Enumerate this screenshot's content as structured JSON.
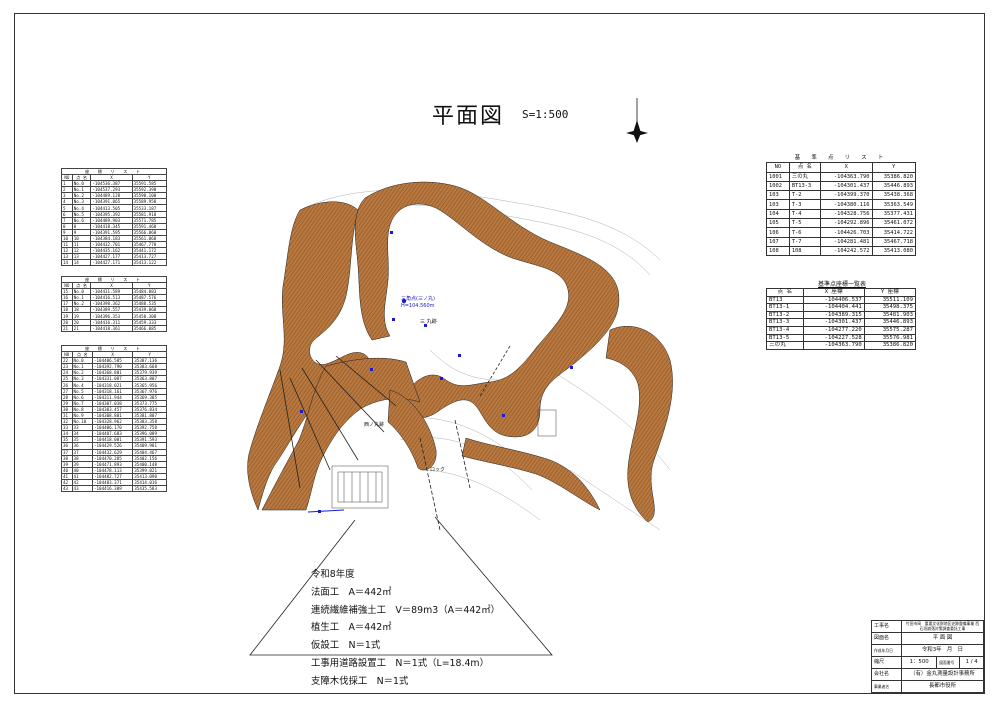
{
  "drawing": {
    "title": "平面図",
    "scale": "S=1:500"
  },
  "reference_table": {
    "headers": [
      "NO",
      "点 名",
      "X",
      "Y"
    ],
    "title": "基 準 点 リ ス ト",
    "rows": [
      [
        "1001",
        "三の丸",
        "-104363.790",
        "35386.820"
      ],
      [
        "1002",
        "BT13-3",
        "-104301.437",
        "35446.893"
      ],
      [
        "103",
        "T-2",
        "-104399.370",
        "35438.368"
      ],
      [
        "103",
        "T-3",
        "-104380.116",
        "35363.549"
      ],
      [
        "104",
        "T-4",
        "-104328.756",
        "35377.431"
      ],
      [
        "105",
        "T-5",
        "-104292.896",
        "35461.072"
      ],
      [
        "106",
        "T-6",
        "-104426.703",
        "35414.722"
      ],
      [
        "107",
        "T-7",
        "-104281.481",
        "35467.718"
      ],
      [
        "108",
        "108",
        "-104242.572",
        "35413.080"
      ]
    ]
  },
  "benchmark_table": {
    "title": "基準点座標一覧表",
    "headers": [
      "点 名",
      "X 座標",
      "Y 座標"
    ],
    "rows": [
      [
        "BT13",
        "-104406.537",
        "35511.109"
      ],
      [
        "BT13-1",
        "-104404.441",
        "35498.375"
      ],
      [
        "BT13-2",
        "-104389.315",
        "35481.903"
      ],
      [
        "BT13-3",
        "-104301.437",
        "35446.893"
      ],
      [
        "BT13-4",
        "-104277.220",
        "35575.287"
      ],
      [
        "BT13-5",
        "-104227.528",
        "35576.981"
      ],
      [
        "三の丸",
        "-104363.790",
        "35386.820"
      ]
    ]
  },
  "point_tables": [
    {
      "caption": "座 標 リ ス ト",
      "headers": [
        "NO",
        "点 名",
        "X",
        "Y"
      ],
      "rows": [
        [
          "1",
          "No.0",
          "-104536.387",
          "35591.585"
        ],
        [
          "2",
          "No.1",
          "-104537.293",
          "35592.390"
        ],
        [
          "3",
          "No.2",
          "-104489.128",
          "35590.100"
        ],
        [
          "4",
          "No.3",
          "-104391.065",
          "35589.958"
        ],
        [
          "5",
          "No.4",
          "-104413.505",
          "35533.187"
        ],
        [
          "6",
          "No.5",
          "-104395.392",
          "35581.918"
        ],
        [
          "7",
          "No.6",
          "-104489.903",
          "35571.785"
        ],
        [
          "8",
          "8",
          "-104418.345",
          "35591.468"
        ],
        [
          "9",
          "9",
          "-104391.595",
          "35566.060"
        ],
        [
          "10",
          "10",
          "-104384.183",
          "35561.068"
        ],
        [
          "11",
          "11",
          "-104432.701",
          "35467.778"
        ],
        [
          "12",
          "12",
          "-104435.162",
          "35441.172"
        ],
        [
          "13",
          "13",
          "-104427.177",
          "35413.727"
        ],
        [
          "14",
          "14",
          "-104427.171",
          "35413.122"
        ]
      ]
    },
    {
      "caption": "座 標 リ ス ト",
      "headers": [
        "NO",
        "点 名",
        "X",
        "Y"
      ],
      "rows": [
        [
          "15",
          "No.0",
          "-104431.589",
          "35484.083"
        ],
        [
          "16",
          "No.1",
          "-104416.513",
          "35487.576"
        ],
        [
          "17",
          "No.2",
          "-104398.362",
          "35488.535"
        ],
        [
          "18",
          "18",
          "-104389.557",
          "35439.068"
        ],
        [
          "19",
          "19",
          "-104396.353",
          "35458.308"
        ],
        [
          "20",
          "20",
          "-104416.311",
          "35459.333"
        ],
        [
          "21",
          "21",
          "-104418.361",
          "35466.085"
        ]
      ]
    },
    {
      "caption": "座 標 リ ス ト",
      "headers": [
        "NO",
        "点 名",
        "X",
        "Y"
      ],
      "rows": [
        [
          "22",
          "No.0",
          "-104406.585",
          "35387.136"
        ],
        [
          "23",
          "No.1",
          "-104392.790",
          "35383.668"
        ],
        [
          "24",
          "No.2",
          "-104368.801",
          "35379.939"
        ],
        [
          "25",
          "No.3",
          "-104331.087",
          "35363.807"
        ],
        [
          "26",
          "No.4",
          "-104318.021",
          "35365.956"
        ],
        [
          "27",
          "No.5",
          "-104318.161",
          "35367.976"
        ],
        [
          "28",
          "No.6",
          "-104311.944",
          "35369.385"
        ],
        [
          "29",
          "No.7",
          "-104307.038",
          "35373.775"
        ],
        [
          "30",
          "No.8",
          "-104303.457",
          "35376.834"
        ],
        [
          "31",
          "No.9",
          "-104308.801",
          "35381.807"
        ],
        [
          "32",
          "No.10",
          "-104328.962",
          "35383.358"
        ],
        [
          "33",
          "33",
          "-104406.170",
          "35392.758"
        ],
        [
          "34",
          "34",
          "-104407.683",
          "35396.089"
        ],
        [
          "35",
          "35",
          "-104418.001",
          "35391.593"
        ],
        [
          "36",
          "36",
          "-104429.526",
          "35409.981"
        ],
        [
          "37",
          "37",
          "-104432.629",
          "35404.467"
        ],
        [
          "38",
          "38",
          "-104470.285",
          "35402.156"
        ],
        [
          "39",
          "39",
          "-104471.893",
          "35400.148"
        ],
        [
          "40",
          "40",
          "-104478.113",
          "35399.021"
        ],
        [
          "41",
          "41",
          "-104482.727",
          "35413.090"
        ],
        [
          "42",
          "42",
          "-104483.371",
          "35414.016"
        ],
        [
          "43",
          "43",
          "-104416.389",
          "35435.583"
        ]
      ]
    }
  ],
  "map_labels": {
    "sannomaru_point": "三角点(三ノ丸)",
    "sannomaru_elev": "H=104.560m",
    "san_no_maru": "三 丸跡",
    "nishi_no_maru": "西ノ丸跡",
    "block": "ロック"
  },
  "quantities": {
    "year": "令和8年度",
    "lines": [
      "法面工　A＝442㎡",
      "連続繊維補強土工　V＝89m3（A＝442㎡）",
      "植生工　A＝442㎡",
      "仮設工　N＝1式",
      "工事用道路設置工　N＝1式（L=18.4m）",
      "支障木伐採工　N＝1式"
    ]
  },
  "title_block": {
    "rows": [
      {
        "key": "工事名",
        "value": "竹田市岡　重要文化財地区史跡整備事業 西石垣崩落対策調査委託工事"
      },
      {
        "key": "図面名",
        "value": "平 面 図"
      },
      {
        "key": "作成年月日",
        "value": "令和3年　月　日"
      },
      {
        "key": "縮尺",
        "value": "1：500",
        "key2": "図面番号",
        "value2": "1 / 4"
      },
      {
        "key": "会社名",
        "value": "（有）金丸測量設計事務所"
      },
      {
        "key": "事業者名",
        "value": "長都市役所"
      }
    ]
  },
  "colors": {
    "slope_fill": "#b8783f",
    "slope_hatch": "#6e3f17",
    "line": "#222222",
    "survey_blue": "#1a1acc"
  }
}
